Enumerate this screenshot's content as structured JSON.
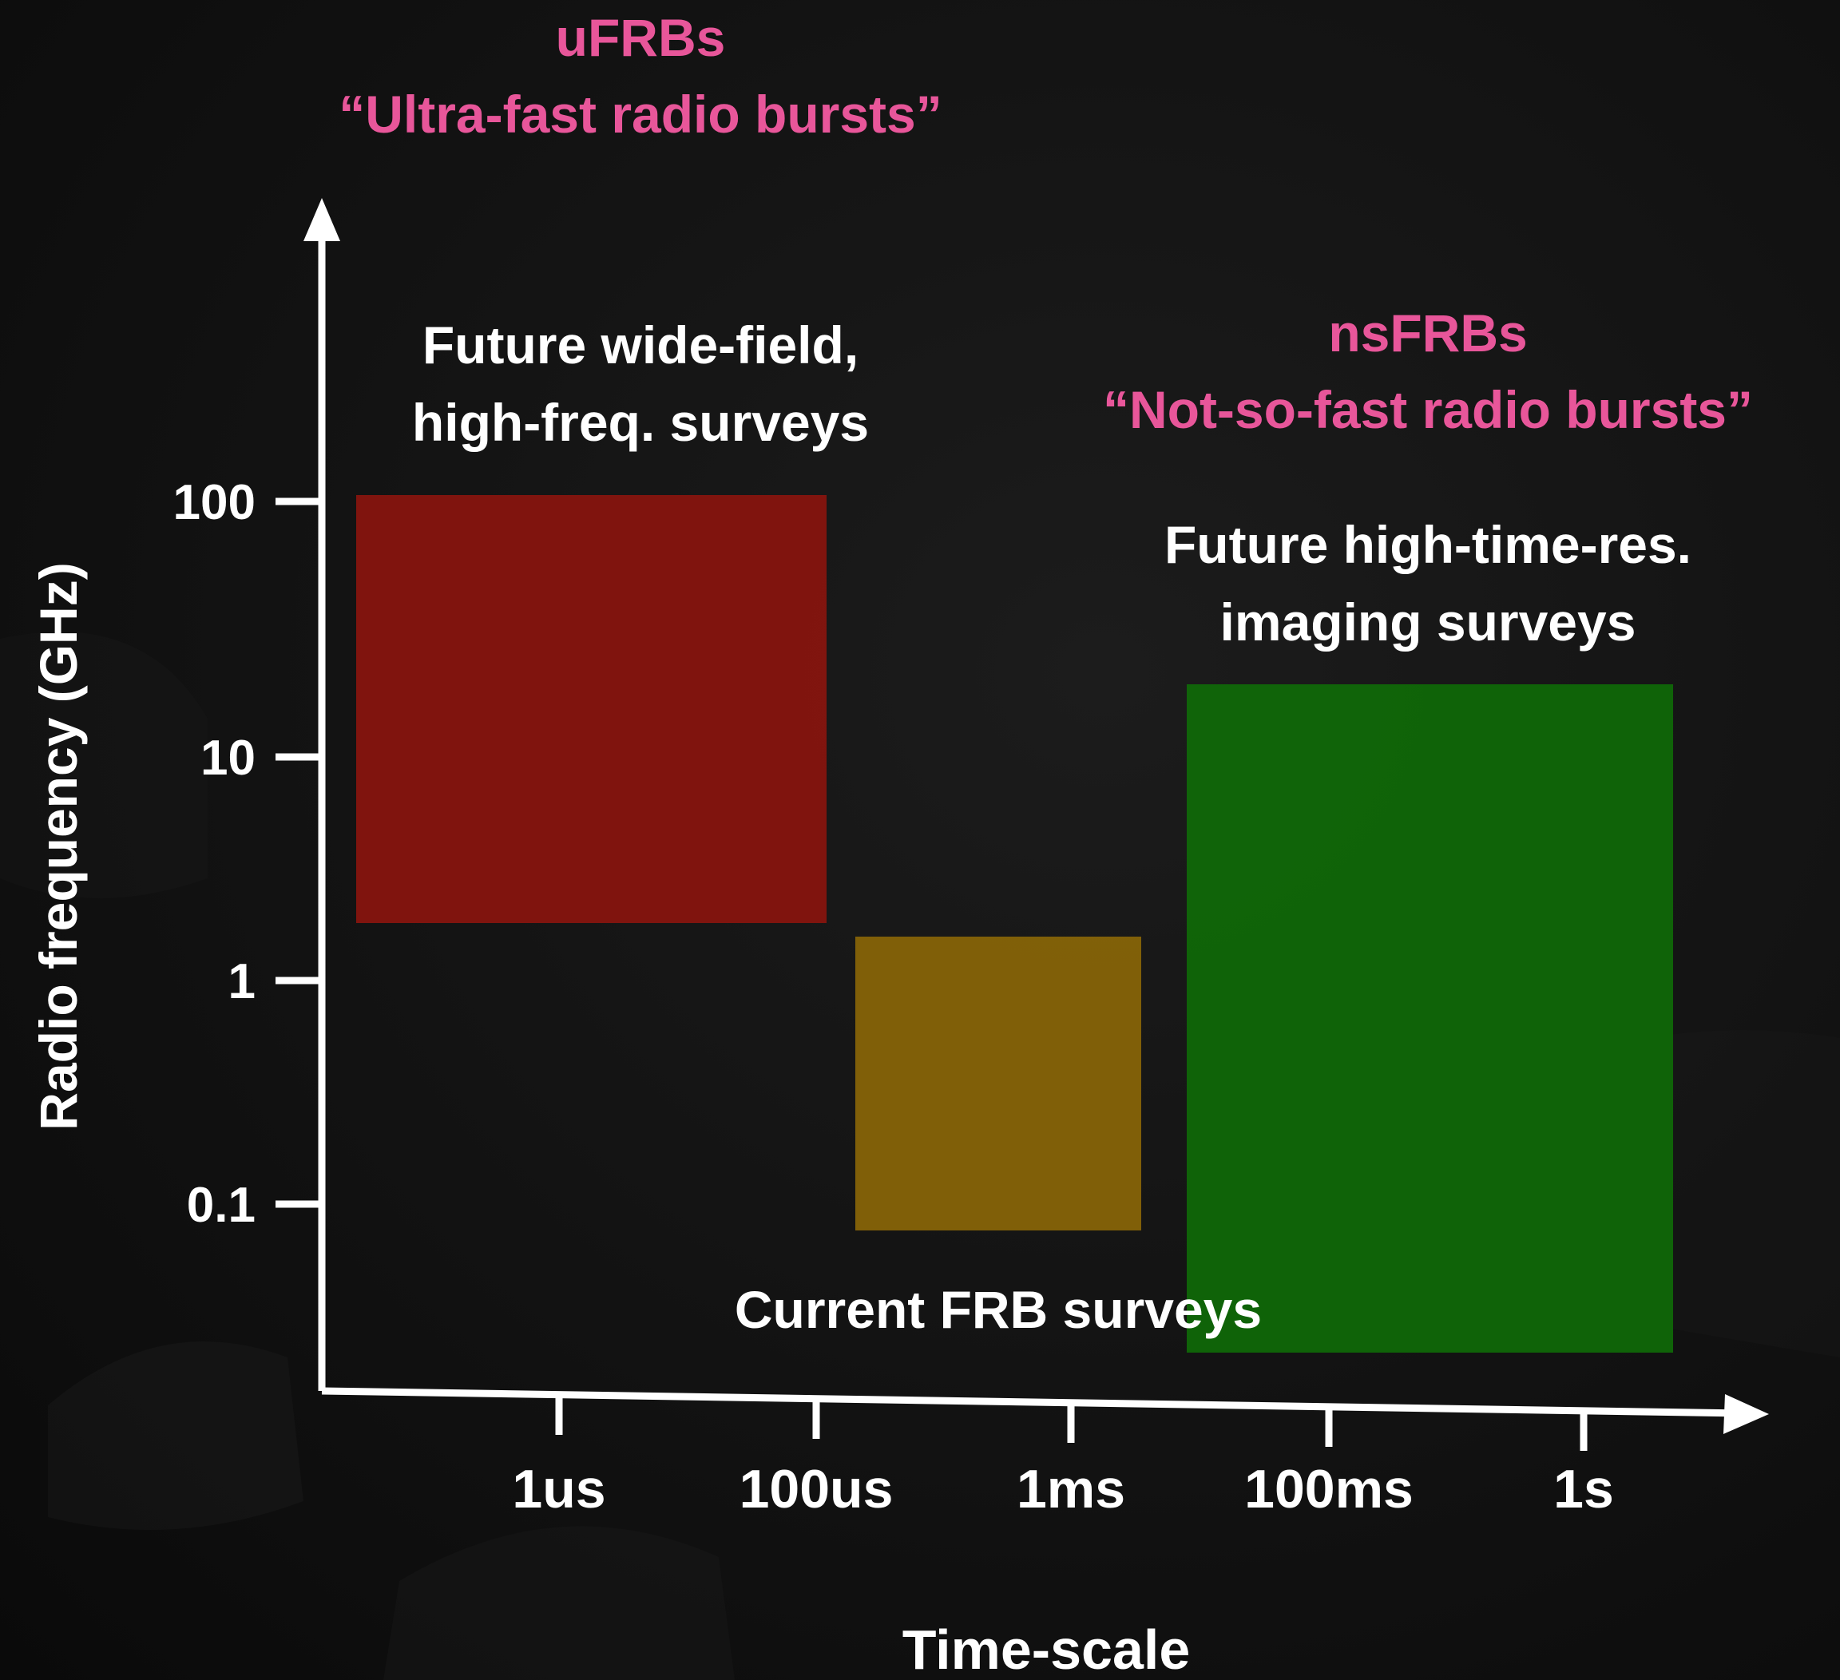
{
  "top_left_label": {
    "line1": "uFRBs",
    "line2": "“Ultra-fast radio bursts”"
  },
  "top_right_label": {
    "line1": "nsFRBs",
    "line2": "“Not-so-fast radio bursts”"
  },
  "region_labels": {
    "future_wide_field_line1": "Future wide-field,",
    "future_wide_field_line2": "high-freq. surveys",
    "future_high_time_line1": "Future high-time-res.",
    "future_high_time_line2": "imaging surveys",
    "current_frb": "Current FRB surveys"
  },
  "axes": {
    "y_label": "Radio frequency (GHz)",
    "x_label": "Time-scale",
    "y_ticks": [
      "100",
      "10",
      "1",
      "0.1"
    ],
    "x_ticks": [
      "1us",
      "100us",
      "1ms",
      "100ms",
      "1s"
    ]
  },
  "colors": {
    "label_pink": "#e8569a",
    "red_region": "#8a150e",
    "yellow_region": "#8a6608",
    "green_region": "#0f6a08",
    "axis": "#ffffff"
  }
}
